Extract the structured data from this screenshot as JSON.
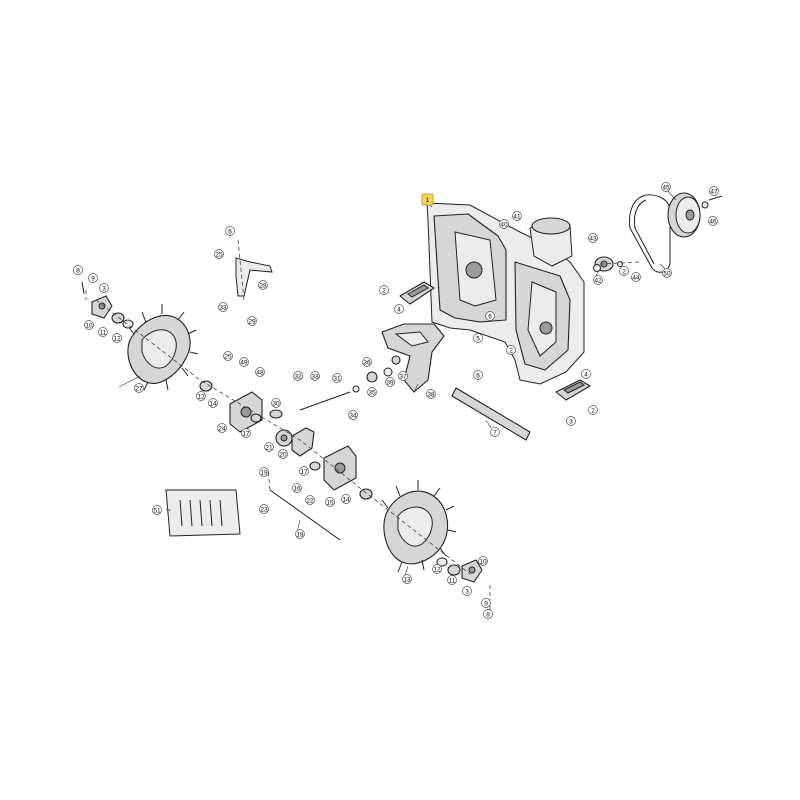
{
  "callouts": [
    {
      "id": "c1",
      "label": "1",
      "highlight": true
    },
    {
      "id": "c2a",
      "label": "2"
    },
    {
      "id": "c2b",
      "label": "2"
    },
    {
      "id": "c2c",
      "label": "2"
    },
    {
      "id": "c2d",
      "label": "2"
    },
    {
      "id": "c3a",
      "label": "3"
    },
    {
      "id": "c3b",
      "label": "3"
    },
    {
      "id": "c3c",
      "label": "3"
    },
    {
      "id": "c4a",
      "label": "4"
    },
    {
      "id": "c4b",
      "label": "4"
    },
    {
      "id": "c5",
      "label": "5"
    },
    {
      "id": "c6a",
      "label": "6"
    },
    {
      "id": "c6b",
      "label": "6"
    },
    {
      "id": "c7",
      "label": "7"
    },
    {
      "id": "c8a",
      "label": "8"
    },
    {
      "id": "c8b",
      "label": "8"
    },
    {
      "id": "c9a",
      "label": "9"
    },
    {
      "id": "c9b",
      "label": "9"
    },
    {
      "id": "c10a",
      "label": "10"
    },
    {
      "id": "c10b",
      "label": "10"
    },
    {
      "id": "c11a",
      "label": "11"
    },
    {
      "id": "c11b",
      "label": "11"
    },
    {
      "id": "c12a",
      "label": "12"
    },
    {
      "id": "c12b",
      "label": "12"
    },
    {
      "id": "c12c",
      "label": "12"
    },
    {
      "id": "c13",
      "label": "13"
    },
    {
      "id": "c14a",
      "label": "14"
    },
    {
      "id": "c14b",
      "label": "14"
    },
    {
      "id": "c15",
      "label": "15"
    },
    {
      "id": "c16",
      "label": "16"
    },
    {
      "id": "c17a",
      "label": "17"
    },
    {
      "id": "c17b",
      "label": "17"
    },
    {
      "id": "c18",
      "label": "18"
    },
    {
      "id": "c19",
      "label": "19"
    },
    {
      "id": "c20",
      "label": "20"
    },
    {
      "id": "c21",
      "label": "21"
    },
    {
      "id": "c22",
      "label": "22"
    },
    {
      "id": "c23",
      "label": "23"
    },
    {
      "id": "c24",
      "label": "24"
    },
    {
      "id": "c25a",
      "label": "25"
    },
    {
      "id": "c25b",
      "label": "25"
    },
    {
      "id": "c27",
      "label": "27"
    },
    {
      "id": "c28",
      "label": "28"
    },
    {
      "id": "c29",
      "label": "29"
    },
    {
      "id": "c30",
      "label": "30"
    },
    {
      "id": "c31",
      "label": "31"
    },
    {
      "id": "c32",
      "label": "32"
    },
    {
      "id": "c33a",
      "label": "33"
    },
    {
      "id": "c33b",
      "label": "33"
    },
    {
      "id": "c34",
      "label": "34"
    },
    {
      "id": "c35",
      "label": "35"
    },
    {
      "id": "c36",
      "label": "36"
    },
    {
      "id": "c37",
      "label": "37"
    },
    {
      "id": "c38",
      "label": "38"
    },
    {
      "id": "c39",
      "label": "39"
    },
    {
      "id": "c40",
      "label": "40"
    },
    {
      "id": "c41",
      "label": "41"
    },
    {
      "id": "c42",
      "label": "42"
    },
    {
      "id": "c43",
      "label": "43"
    },
    {
      "id": "c44",
      "label": "44"
    },
    {
      "id": "c45",
      "label": "45"
    },
    {
      "id": "c46",
      "label": "46"
    },
    {
      "id": "c47",
      "label": "47"
    },
    {
      "id": "c48",
      "label": "48"
    },
    {
      "id": "c49",
      "label": "49"
    },
    {
      "id": "c50",
      "label": "50"
    },
    {
      "id": "c51",
      "label": "51"
    },
    {
      "id": "c6c",
      "label": "6"
    }
  ]
}
